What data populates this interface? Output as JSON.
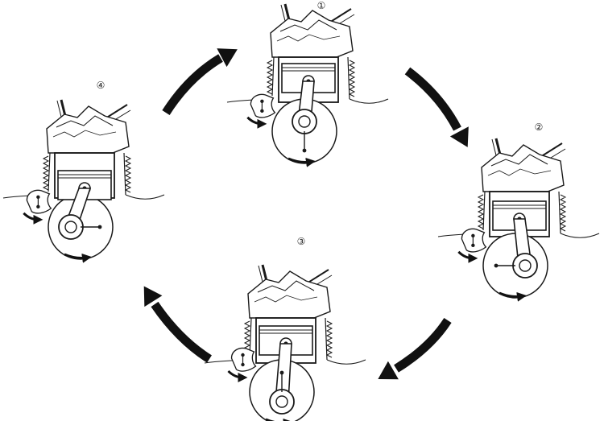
{
  "diagram": {
    "stages": [
      {
        "id": "stage-1",
        "label": "①"
      },
      {
        "id": "stage-2",
        "label": "②"
      },
      {
        "id": "stage-3",
        "label": "③"
      },
      {
        "id": "stage-4",
        "label": "④"
      }
    ],
    "cycle_direction": "clockwise",
    "line_color": "#1a1a1a",
    "arrow_color": "#111111",
    "background": "#ffffff"
  }
}
